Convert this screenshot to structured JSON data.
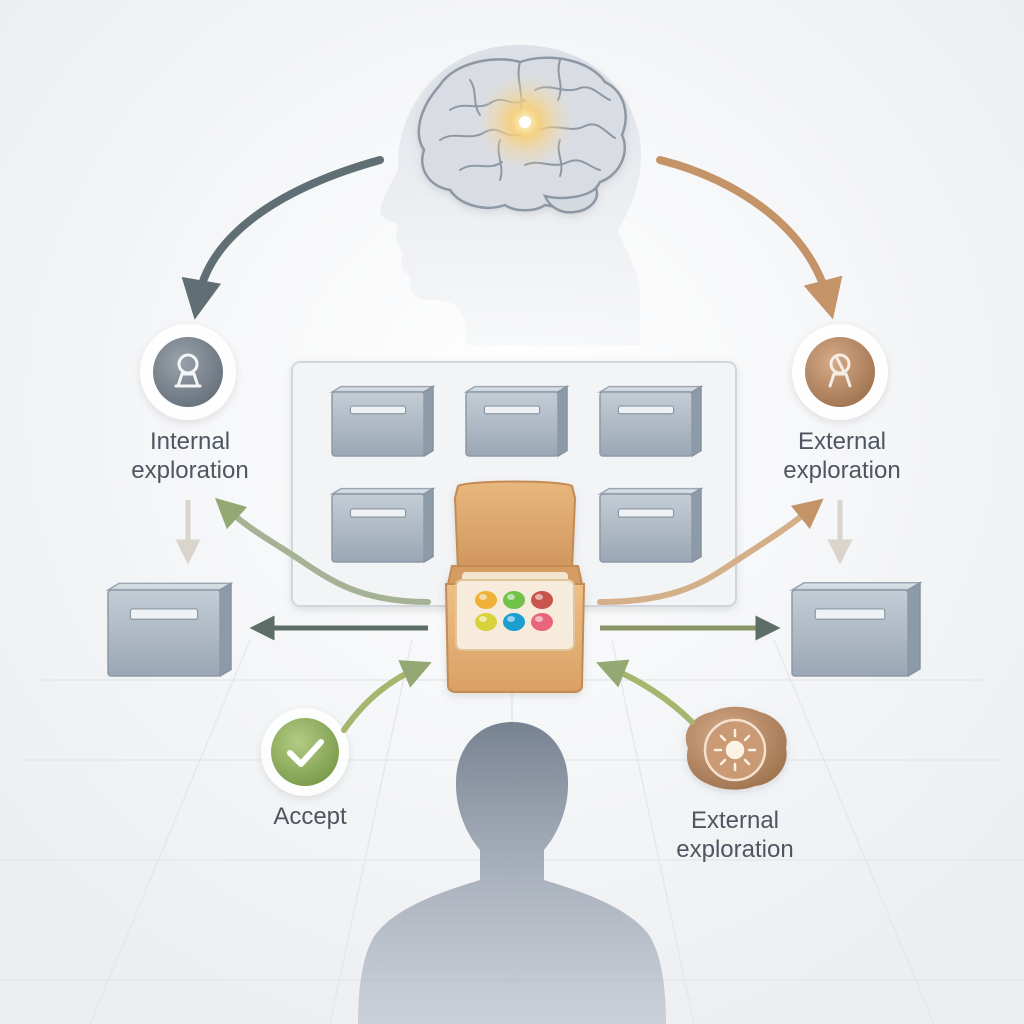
{
  "labels": {
    "internal_exploration": {
      "line1": "Internal",
      "line2": "exploration"
    },
    "external_exploration_right": {
      "line1": "External",
      "line2": "exploration"
    },
    "accept": "Accept",
    "external_exploration_bottom": {
      "line1": "External",
      "line2": "exploration"
    }
  },
  "icons": {
    "internal": "person-in-gear-icon",
    "external_right": "person-in-gear-icon",
    "accept": "check-icon",
    "external_bottom": "sun-badge-icon"
  },
  "colors": {
    "background": "#f6f6f7",
    "slate_arrow": "#5f6f73",
    "green_arrow": "#94a873",
    "tan_arrow": "#c49468",
    "internal_badge": "#7c858f",
    "external_badge": "#b78a68",
    "accept_badge": "#8fae5f",
    "box_cardboard": "#e2b27a",
    "silhouette": "#7f8a99",
    "head_profile": "#dfe3e9",
    "crate": "#a9b5c1"
  },
  "gems": [
    "#f0b13a",
    "#6fc24a",
    "#c9524e",
    "#d8d23a",
    "#1c9ed0",
    "#e8657b"
  ]
}
